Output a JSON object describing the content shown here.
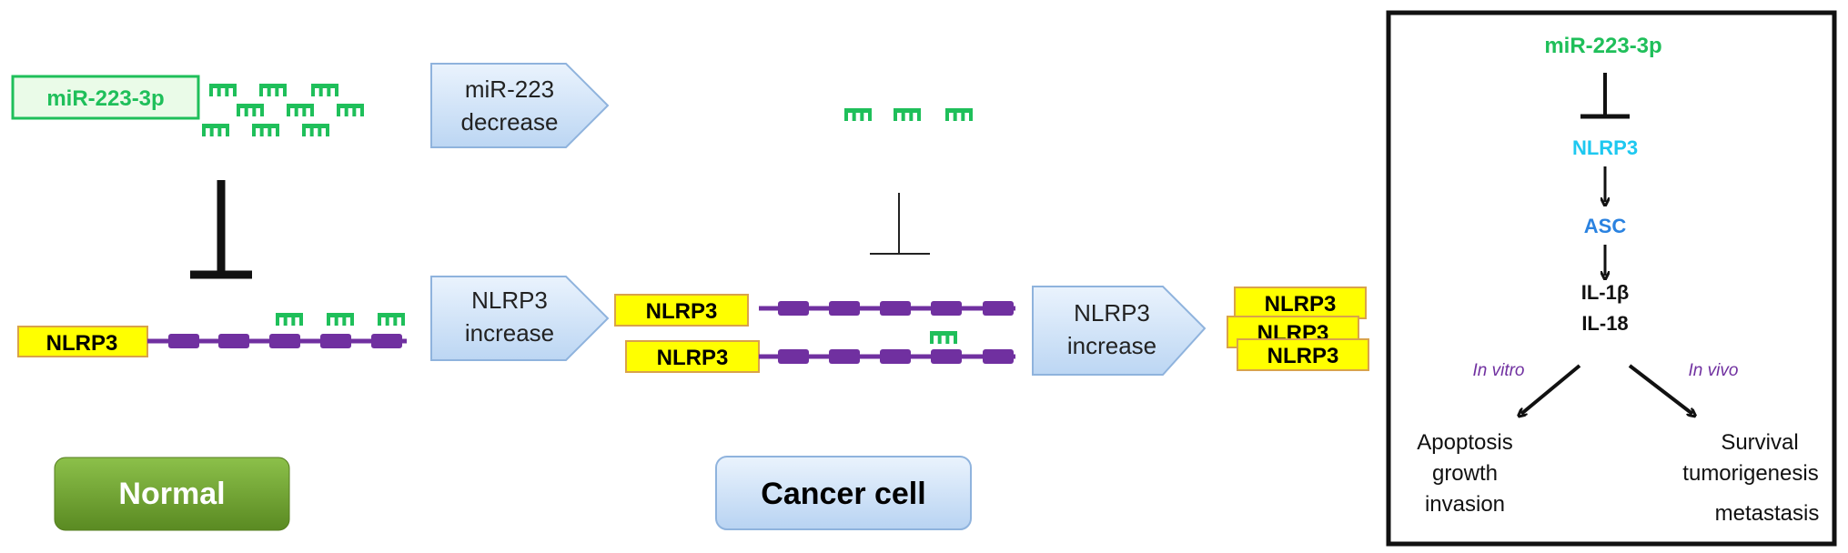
{
  "colors": {
    "mirna_green": "#1fbf5a",
    "nlrp3_fill": "#ffff00",
    "nlrp3_border": "#d9a34a",
    "mrna_purple": "#7030a0",
    "arrow_fill": "#cfe2f7",
    "arrow_border": "#8fb3dd",
    "normal_green": "#6f9e2e",
    "cancer_blue": "#cfe2f7",
    "panel_nlrp3": "#1ec8f0",
    "panel_asc": "#2a82e0",
    "panel_italic": "#7030a0"
  },
  "normal": {
    "mirna_label": "miR-223-3p",
    "nlrp3_label": "NLRP3",
    "tag": "Normal"
  },
  "arrows": {
    "mir_decrease_line1": "miR-223",
    "mir_decrease_line2": "decrease",
    "nlrp3_increase_line1": "NLRP3",
    "nlrp3_increase_line2": "increase",
    "nlrp3_increase2_line1": "NLRP3",
    "nlrp3_increase2_line2": "increase"
  },
  "cancer": {
    "nlrp3_label_1": "NLRP3",
    "nlrp3_label_2": "NLRP3",
    "stack_label_1": "NLRP3",
    "stack_label_2": "NLRP3",
    "stack_label_3": "NLRP3",
    "tag": "Cancer cell"
  },
  "panel": {
    "mirna": "miR-223-3p",
    "nlrp3": "NLRP3",
    "asc": "ASC",
    "il1b": "IL-1β",
    "il18": "IL-18",
    "in_vitro": "In vitro",
    "in_vivo": "In vivo",
    "left_1": "Apoptosis",
    "left_2": "growth",
    "left_3": "invasion",
    "right_1": "Survival",
    "right_2": "tumorigenesis",
    "right_3": "metastasis"
  }
}
